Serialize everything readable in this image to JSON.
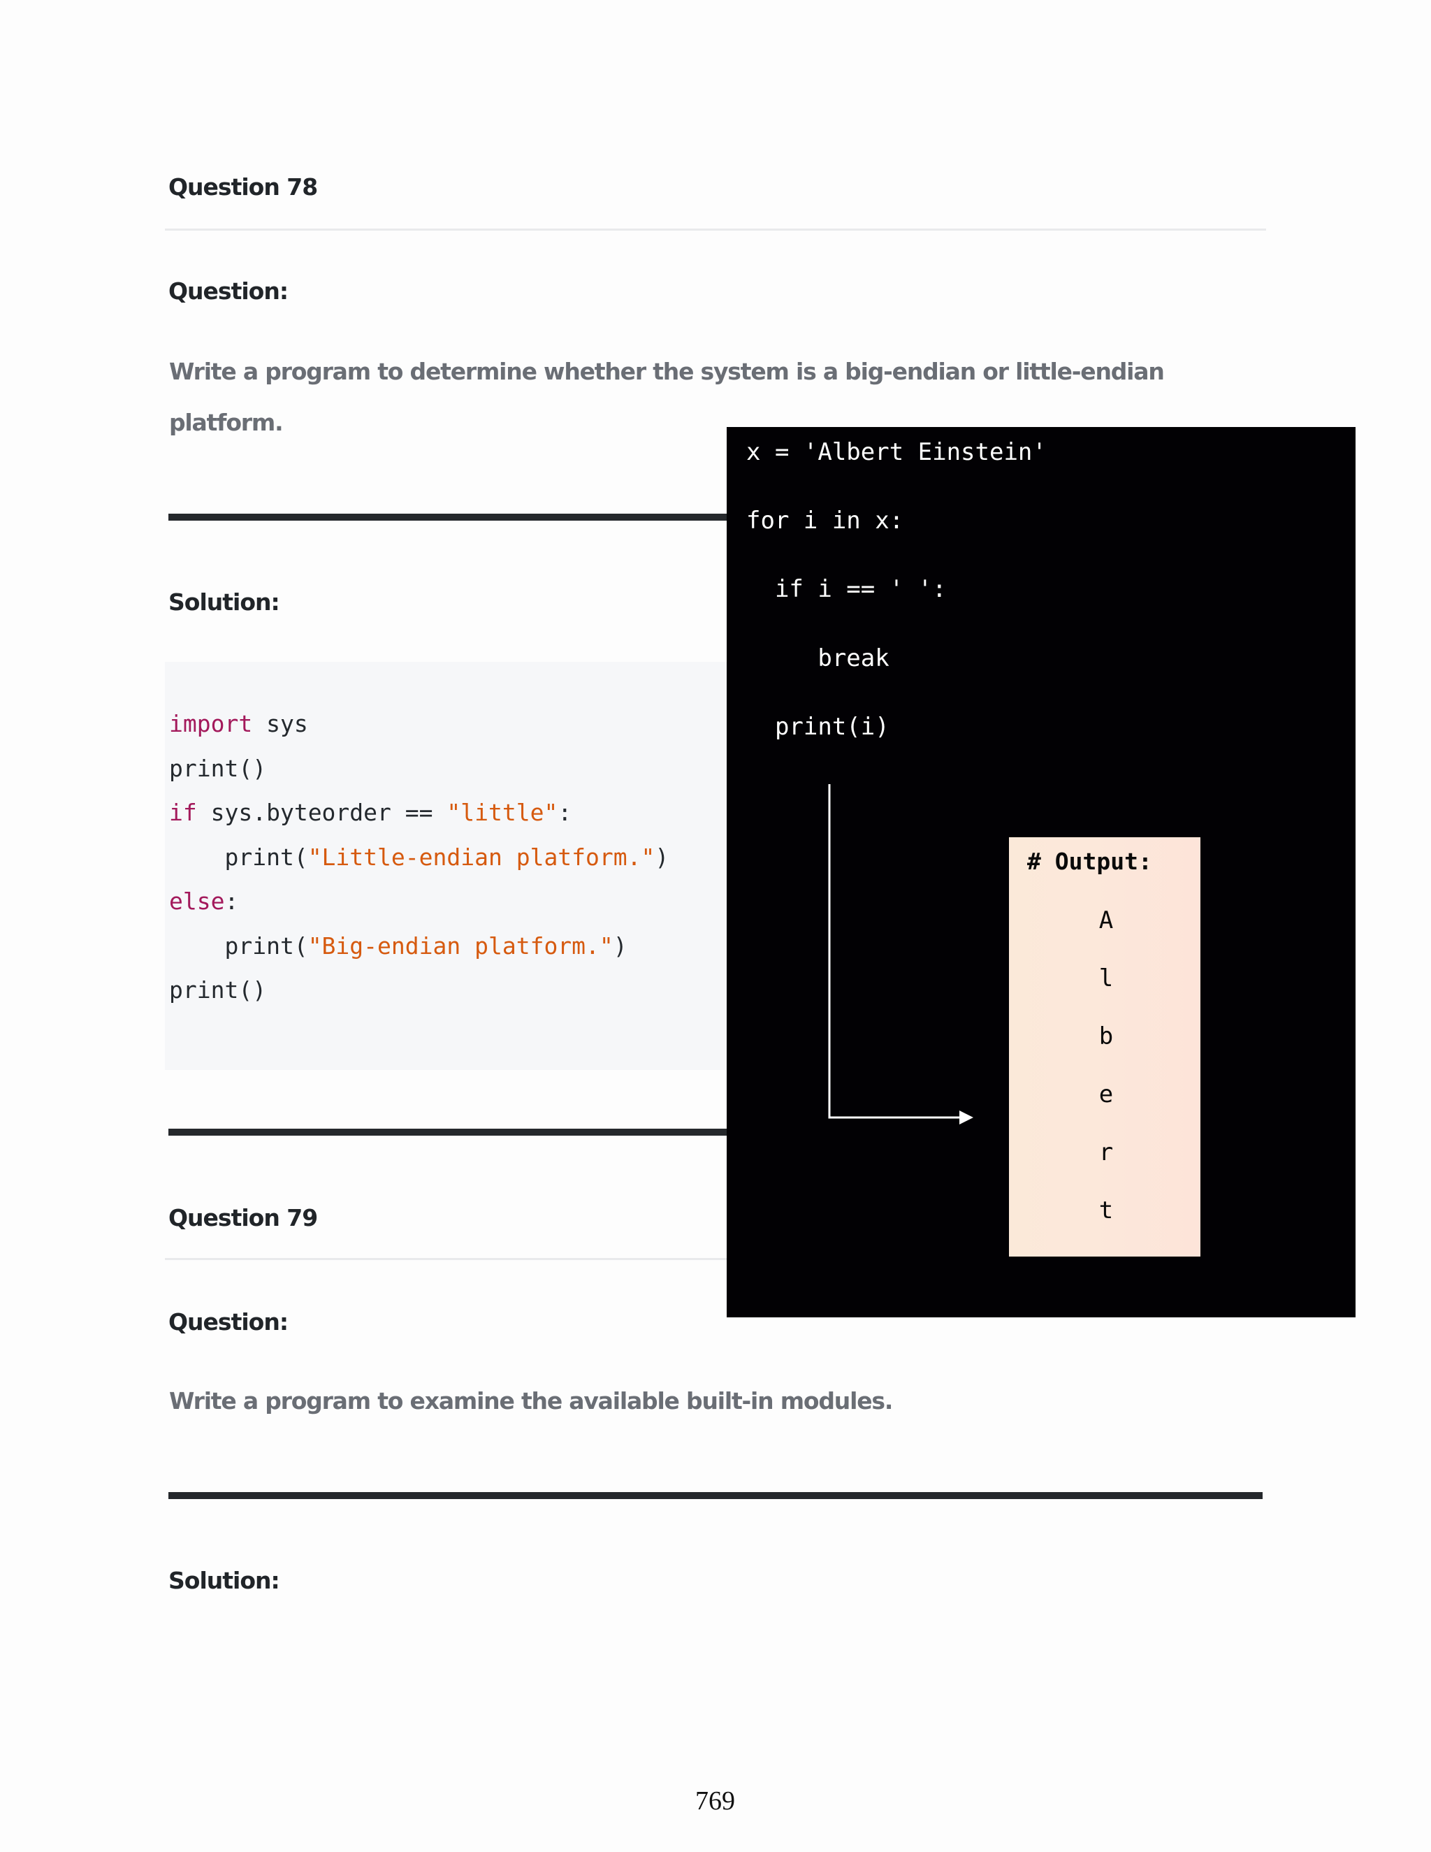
{
  "page": {
    "number": "769",
    "background": "#fdfdfd"
  },
  "question78": {
    "title": "Question 78",
    "question_label": "Question:",
    "question_text_line1": "Write a program to determine whether the system is a big-endian or little-endian",
    "question_text_line2": "platform.",
    "solution_label": "Solution:",
    "code_lines": [
      [
        {
          "t": "import",
          "c": "kw"
        },
        {
          "t": " sys",
          "c": ""
        }
      ],
      [
        {
          "t": "print()",
          "c": ""
        }
      ],
      [
        {
          "t": "if",
          "c": "kw"
        },
        {
          "t": " sys.byteorder == ",
          "c": ""
        },
        {
          "t": "\"little\"",
          "c": "str"
        },
        {
          "t": ":",
          "c": ""
        }
      ],
      [
        {
          "t": "    print(",
          "c": ""
        },
        {
          "t": "\"Little-endian platform.\"",
          "c": "str"
        },
        {
          "t": ")",
          "c": ""
        }
      ],
      [
        {
          "t": "else",
          "c": "kw"
        },
        {
          "t": ":",
          "c": ""
        }
      ],
      [
        {
          "t": "    print(",
          "c": ""
        },
        {
          "t": "\"Big-endian platform.\"",
          "c": "str"
        },
        {
          "t": ")",
          "c": ""
        }
      ],
      [
        {
          "t": "print()",
          "c": ""
        }
      ]
    ]
  },
  "overlay_example": {
    "code_lines": [
      "x = 'Albert Einstein'",
      "for i in x:",
      "  if i == ' ':",
      "     break",
      "  print(i)"
    ],
    "arrow_icon": "elbow-arrow-right",
    "output_header": "# Output:",
    "output_chars": [
      "A",
      "l",
      "b",
      "e",
      "r",
      "t"
    ]
  },
  "question79": {
    "title": "Question 79",
    "question_label": "Question:",
    "question_text": "Write a program to examine the available built-in modules.",
    "solution_label": "Solution:"
  },
  "colors": {
    "heading": "#212529",
    "question_text": "#6a6e75",
    "keyword": "#a3195b",
    "string": "#d65a0f",
    "code_bg": "#f6f7f9",
    "rule_thick": "#25282c",
    "rule_thin": "#e9eaec",
    "overlay_bg": "#020104",
    "output_bg": "#fce8da"
  }
}
